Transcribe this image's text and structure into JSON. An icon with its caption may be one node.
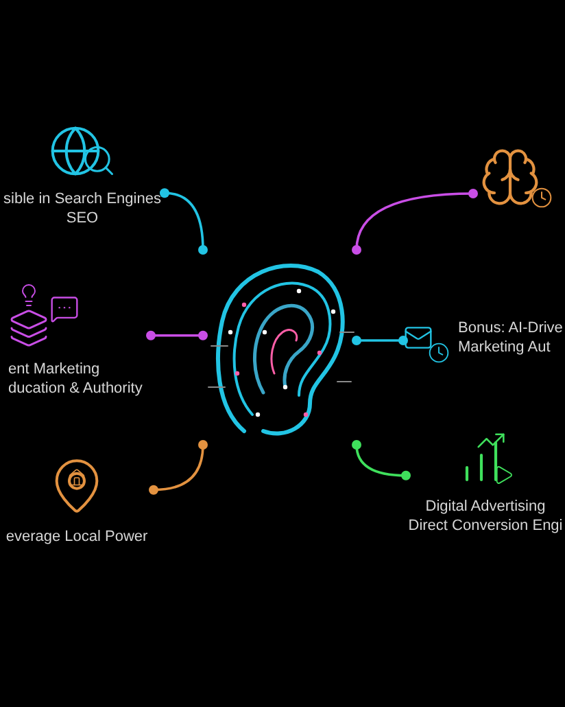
{
  "diagram": {
    "nodes": [
      {
        "text": [],
        "shape": "picture"
      },
      {
        "text": [
          "sible in Search Engines",
          "SEO"
        ]
      },
      {
        "text": [],
        "shape": "picture"
      },
      {
        "text": [
          "ent Marketing",
          "ducation & Authority"
        ]
      },
      {
        "text": [
          "Bonus: AI-Drive",
          "Marketing Aut"
        ]
      },
      {
        "text": [
          "everage Local Power"
        ]
      },
      {
        "text": [
          "Digital Advertising",
          "Direct Conversion Engi"
        ]
      }
    ],
    "edges": [
      {
        "from": 1,
        "to": 0,
        "arrow": "other",
        "color": "#22c4e4"
      },
      {
        "from": 2,
        "to": 0,
        "arrow": "other",
        "color": "#c94ee6"
      },
      {
        "from": 3,
        "to": 0,
        "arrow": "other",
        "color": "#c94ee6"
      },
      {
        "from": 4,
        "to": 0,
        "arrow": "other",
        "color": "#22c4e4"
      },
      {
        "from": 5,
        "to": 0,
        "arrow": "other",
        "color": "#e39240"
      },
      {
        "from": 6,
        "to": 0,
        "arrow": "other",
        "color": "#3fe05c"
      }
    ]
  }
}
